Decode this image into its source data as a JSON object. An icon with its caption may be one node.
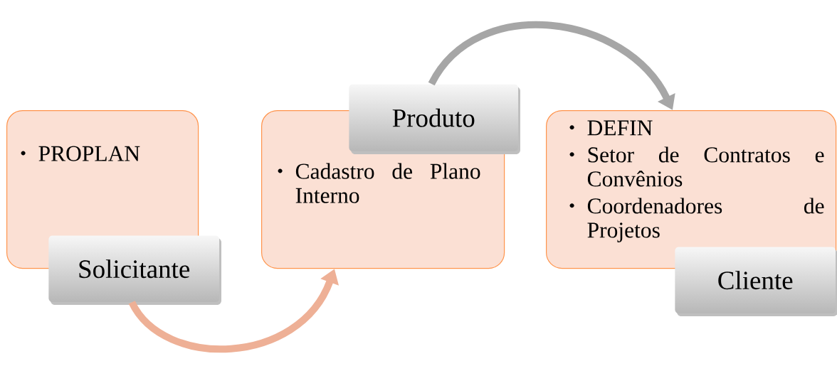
{
  "diagram": {
    "nodes": [
      {
        "text": [
          "PROPLAN"
        ]
      },
      {
        "text": [
          "Solicitante"
        ]
      },
      {
        "text": [
          "Cadastro de Plano Interno"
        ]
      },
      {
        "text": [
          "Produto"
        ]
      },
      {
        "text": [
          "DEFIN",
          "Setor de Contratos e Convênios",
          "Coordenadores de Projetos"
        ]
      },
      {
        "text": [
          "Cliente"
        ]
      }
    ],
    "edges": [
      {
        "from": 1,
        "to": 2,
        "arrow": "to",
        "color": "#eeb096"
      },
      {
        "from": 3,
        "to": 4,
        "arrow": "to",
        "color": "#a6a6a6"
      }
    ]
  }
}
